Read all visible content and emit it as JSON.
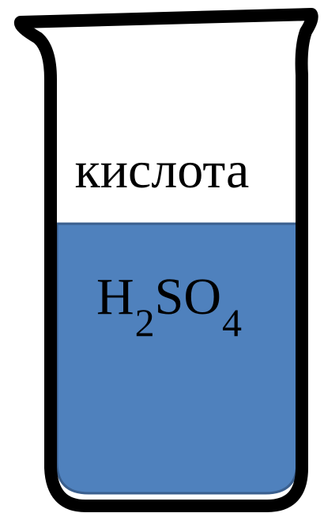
{
  "colors": {
    "outline": "#000000",
    "liquid_fill": "#4f81bd",
    "liquid_border": "#3a5f8e",
    "background": "#ffffff"
  },
  "liquid_level_fraction": 0.57,
  "beaker": {
    "label": "кислота"
  },
  "liquid": {
    "formula_parts": {
      "element1": "H",
      "sub1": "2",
      "element2": "SO",
      "sub2": "4"
    }
  }
}
